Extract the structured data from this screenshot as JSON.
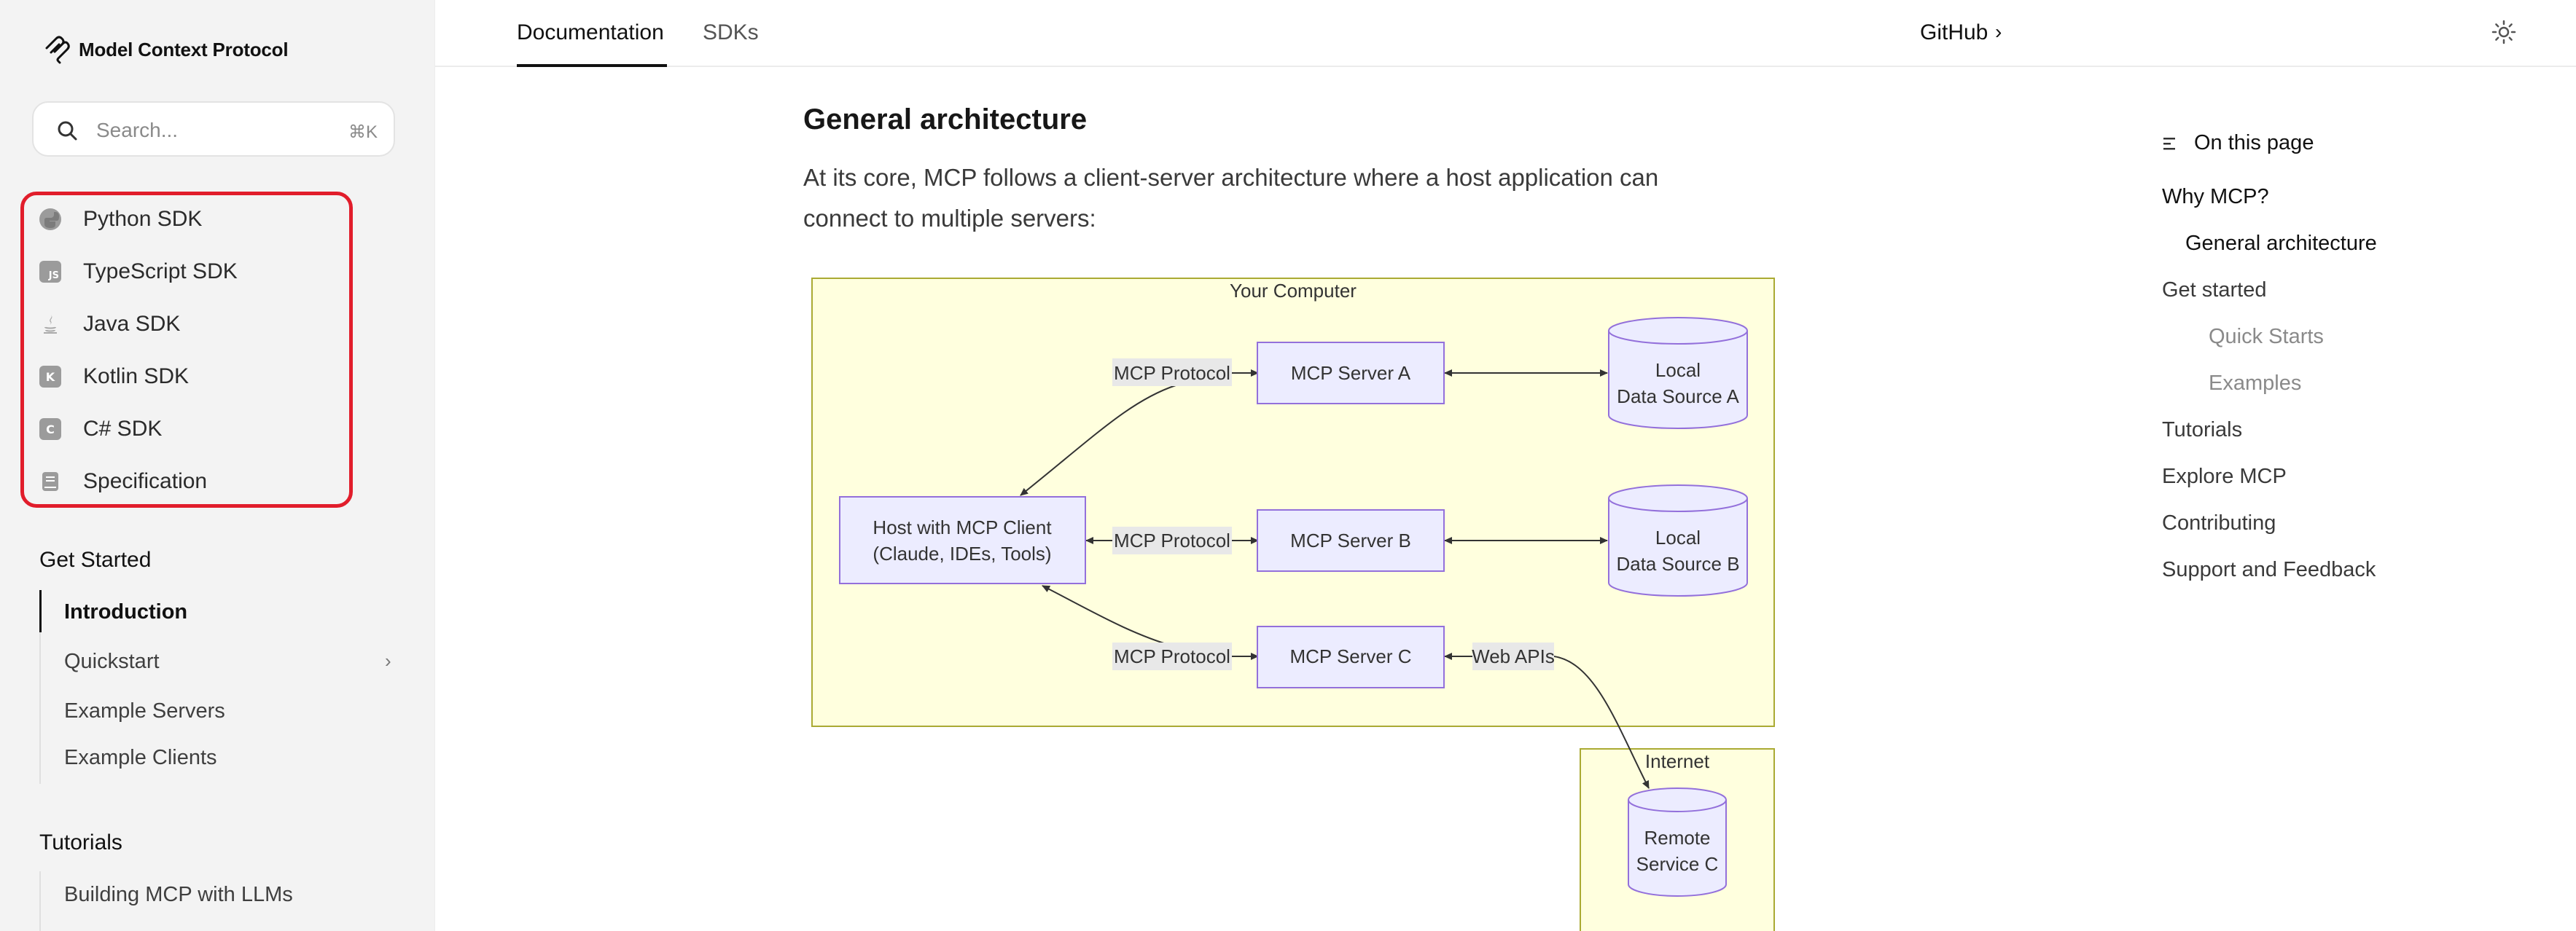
{
  "app": {
    "title": "Model Context Protocol"
  },
  "search": {
    "placeholder": "Search...",
    "shortcut": "⌘K"
  },
  "sdks": [
    {
      "label": "Python SDK",
      "icon": "python-icon"
    },
    {
      "label": "TypeScript SDK",
      "icon": "typescript-icon",
      "glyph": "JS"
    },
    {
      "label": "Java SDK",
      "icon": "java-icon"
    },
    {
      "label": "Kotlin SDK",
      "icon": "kotlin-icon",
      "glyph": "K"
    },
    {
      "label": "C# SDK",
      "icon": "csharp-icon",
      "glyph": "C"
    },
    {
      "label": "Specification",
      "icon": "book-icon"
    }
  ],
  "sidebar": {
    "get_started": {
      "title": "Get Started",
      "items": [
        "Introduction",
        "Quickstart",
        "Example Servers",
        "Example Clients"
      ]
    },
    "tutorials": {
      "title": "Tutorials",
      "items": [
        "Building MCP with LLMs"
      ]
    }
  },
  "topbar": {
    "tabs": [
      "Documentation",
      "SDKs"
    ],
    "github": "GitHub"
  },
  "main": {
    "heading": "General architecture",
    "paragraph_line1": "At its core, MCP follows a client-server architecture where a host application can",
    "paragraph_line2": "connect to multiple servers:"
  },
  "diagram": {
    "your_computer": "Your Computer",
    "internet": "Internet",
    "host_line1": "Host with MCP Client",
    "host_line2": "(Claude, IDEs, Tools)",
    "server_a": "MCP Server A",
    "server_b": "MCP Server B",
    "server_c": "MCP Server C",
    "protocol": "MCP Protocol",
    "web_apis": "Web APIs",
    "local_a_line1": "Local",
    "local_a_line2": "Data Source A",
    "local_b_line1": "Local",
    "local_b_line2": "Data Source B",
    "remote_line1": "Remote",
    "remote_line2": "Service C"
  },
  "toc": {
    "title": "On this page",
    "items": [
      "Why MCP?",
      "General architecture",
      "Get started",
      "Quick Starts",
      "Examples",
      "Tutorials",
      "Explore MCP",
      "Contributing",
      "Support and Feedback"
    ]
  },
  "colors": {
    "sidebar_bg": "#f3f3f3",
    "highlight_border": "#e11d2b",
    "diagram_bg": "#ffffde",
    "node_fill": "#ececff",
    "node_stroke": "#9370db"
  }
}
